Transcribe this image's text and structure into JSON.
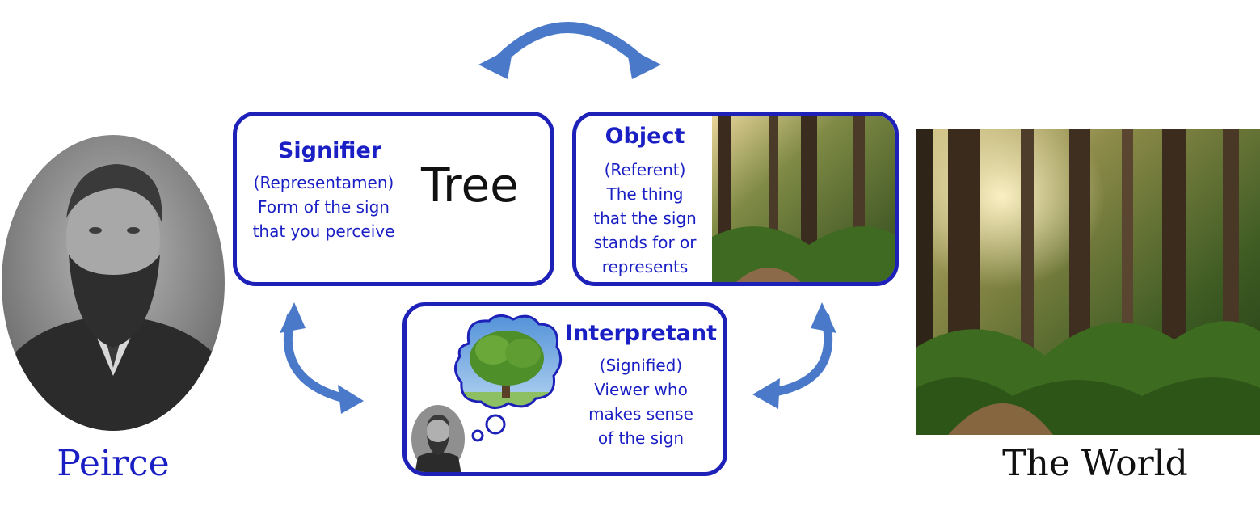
{
  "signifier": {
    "heading": "Signifier",
    "lines": [
      "(Representamen)",
      "Form of the sign",
      "that you perceive"
    ],
    "example_word": "Tree"
  },
  "object": {
    "heading": "Object",
    "lines": [
      "(Referent)",
      "The thing",
      "that the sign",
      "stands for or",
      "represents"
    ]
  },
  "interpretant": {
    "heading": "Interpretant",
    "lines": [
      "(Signified)",
      "Viewer who",
      "makes sense",
      "of the sign"
    ]
  },
  "labels": {
    "left": "Peirce",
    "right": "The World"
  },
  "colors": {
    "box_border": "#1e21b8",
    "text": "#1a1fc4",
    "arrow": "#4a79c9"
  }
}
